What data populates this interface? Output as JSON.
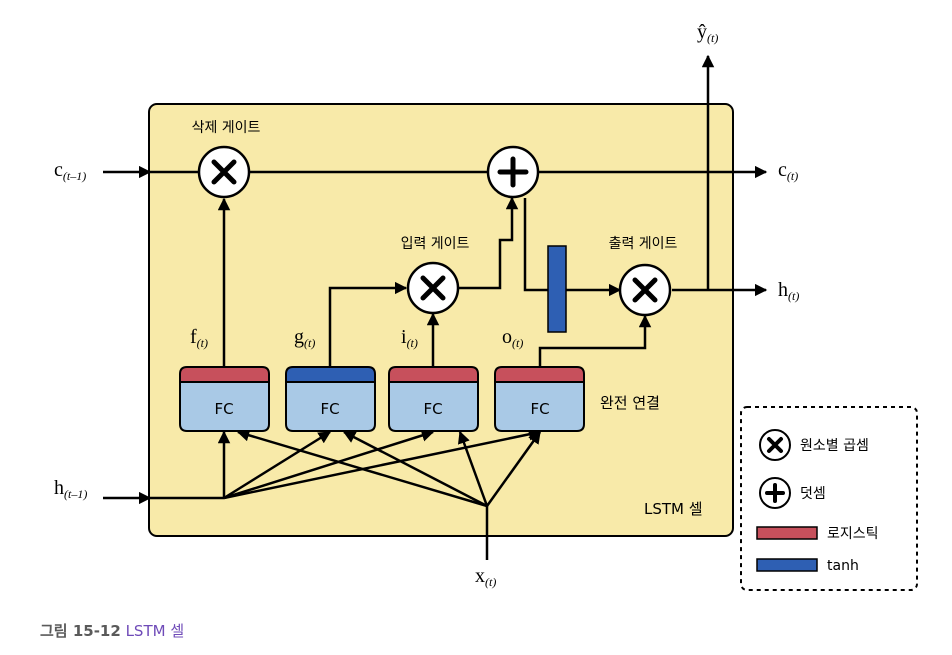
{
  "colors": {
    "cell_fill": "#f8eaa9",
    "logistic": "#c7505c",
    "tanh": "#2e5fb3",
    "fc_body": "#a9c9e6",
    "line": "#000000",
    "caption_title": "#6f4bb8"
  },
  "cell": {
    "label": "LSTM 셀",
    "gates": {
      "forget": "삭제 게이트",
      "input": "입력 게이트",
      "output": "출력 게이트"
    },
    "fully_connected": "완전 연결",
    "fc_units": [
      {
        "label": "FC",
        "activation": "logistic",
        "output": "f",
        "sub": "(t)"
      },
      {
        "label": "FC",
        "activation": "tanh",
        "output": "g",
        "sub": "(t)"
      },
      {
        "label": "FC",
        "activation": "logistic",
        "output": "i",
        "sub": "(t)"
      },
      {
        "label": "FC",
        "activation": "logistic",
        "output": "o",
        "sub": "(t)"
      }
    ]
  },
  "io": {
    "c_prev": {
      "base": "c",
      "sub": "(t–1)"
    },
    "h_prev": {
      "base": "h",
      "sub": "(t–1)"
    },
    "x": {
      "base": "x",
      "sub": "(t)"
    },
    "c_out": {
      "base": "c",
      "sub": "(t)"
    },
    "h_out": {
      "base": "h",
      "sub": "(t)"
    },
    "y_out": {
      "base": "ŷ",
      "sub": "(t)"
    }
  },
  "legend": {
    "items": [
      {
        "icon": "multiply-circle-icon",
        "label": "원소별 곱셈"
      },
      {
        "icon": "plus-circle-icon",
        "label": "덧셈"
      },
      {
        "icon": "logistic-swatch",
        "label": "로지스틱"
      },
      {
        "icon": "tanh-swatch",
        "label": "tanh"
      }
    ]
  },
  "caption": {
    "number": "그림 15-12",
    "title": "LSTM 셀"
  }
}
